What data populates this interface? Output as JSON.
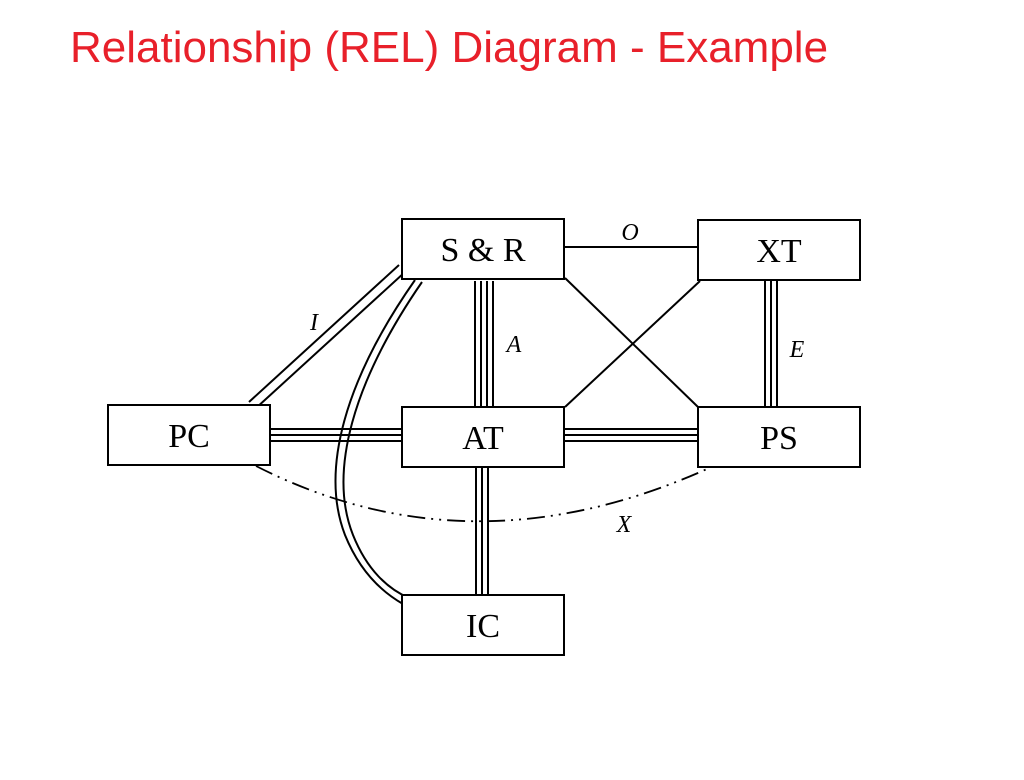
{
  "title": "Relationship (REL) Diagram - Example",
  "colors": {
    "title": "#e8202a",
    "ink": "#000000",
    "background": "#ffffff"
  },
  "nodes": {
    "sr": "S & R",
    "xt": "XT",
    "pc": "PC",
    "at": "AT",
    "ps": "PS",
    "ic": "IC"
  },
  "edge_labels": {
    "sr_xt": "O",
    "sr_pc": "I",
    "sr_at": "A",
    "xt_ps": "E",
    "pc_ps": "X"
  },
  "relationships": [
    {
      "from": "S & R",
      "to": "XT",
      "lines": 1,
      "label": "O"
    },
    {
      "from": "S & R",
      "to": "PC",
      "lines": 2,
      "label": "I"
    },
    {
      "from": "S & R",
      "to": "AT",
      "lines": 4,
      "label": "A"
    },
    {
      "from": "S & R",
      "to": "PS",
      "lines": 1
    },
    {
      "from": "S & R",
      "to": "IC",
      "lines": 2
    },
    {
      "from": "XT",
      "to": "AT",
      "lines": 1
    },
    {
      "from": "XT",
      "to": "PS",
      "lines": 3,
      "label": "E"
    },
    {
      "from": "PC",
      "to": "AT",
      "lines": 3
    },
    {
      "from": "AT",
      "to": "PS",
      "lines": 3
    },
    {
      "from": "AT",
      "to": "IC",
      "lines": 3
    },
    {
      "from": "PC",
      "to": "PS",
      "style": "dash-dot-dot",
      "label": "X"
    }
  ]
}
